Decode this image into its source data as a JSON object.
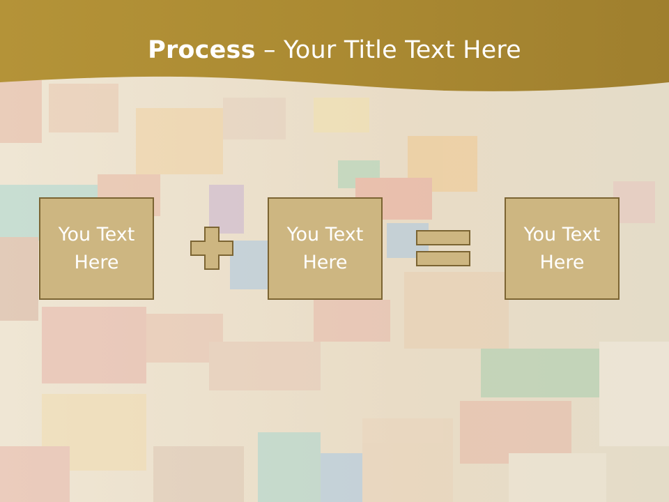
{
  "slide": {
    "title_bold": "Process",
    "title_rest": " – Your Title Text Here",
    "boxes": [
      {
        "text": "You Text\nHere"
      },
      {
        "text": "You Text\nHere"
      },
      {
        "text": "You Text\nHere"
      }
    ]
  },
  "colors": {
    "header": "#ab8a32",
    "box_fill": "#cdb681",
    "box_border": "#7b6432",
    "text": "#ffffff"
  },
  "icons": [
    "plus-icon",
    "equals-icon"
  ]
}
